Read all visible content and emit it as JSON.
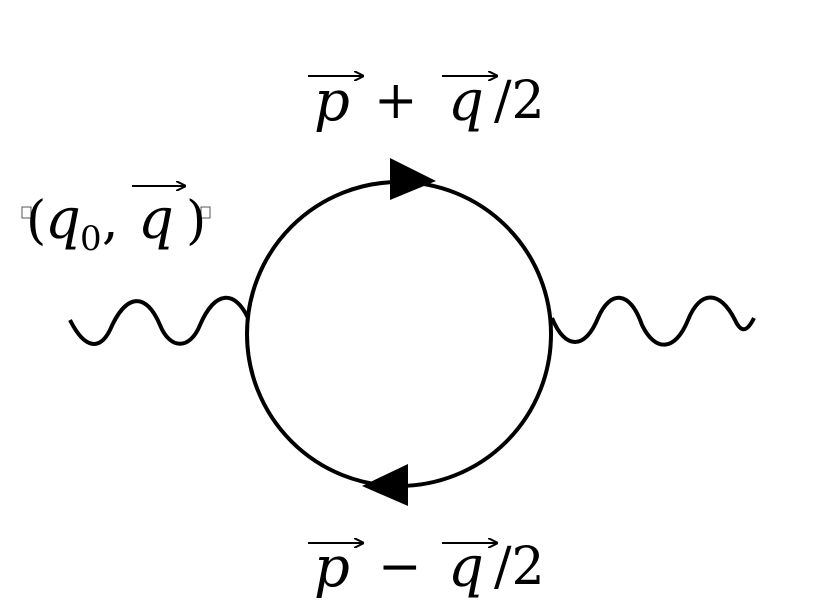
{
  "diagram": {
    "type": "feynman-diagram",
    "loop": {
      "propagators": [
        {
          "momentum_vec": "p",
          "op": "+",
          "shift_vec": "q",
          "divisor": "/2",
          "arrow": "right"
        },
        {
          "momentum_vec": "p",
          "op": "−",
          "shift_vec": "q",
          "divisor": "/2",
          "arrow": "left"
        }
      ]
    },
    "external_leg": {
      "open": "(",
      "energy_symbol": "q",
      "energy_subscript": "0",
      "separator": ",",
      "vec": "q",
      "close": ")"
    },
    "line_color": "#000000"
  }
}
